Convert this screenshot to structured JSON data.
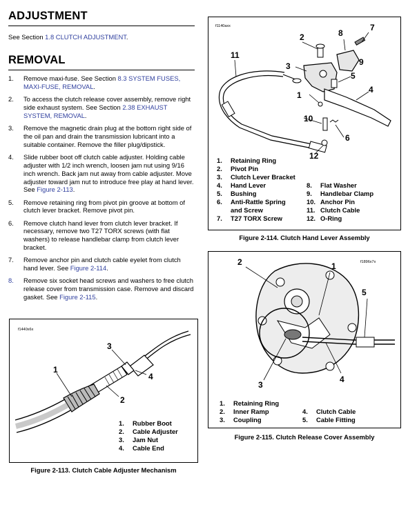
{
  "adjustment": {
    "heading": "ADJUSTMENT",
    "text_prefix": "See Section ",
    "text_link": "1.8 CLUTCH ADJUSTMENT",
    "text_suffix": "."
  },
  "removal": {
    "heading": "REMOVAL",
    "steps": [
      {
        "num": "1.",
        "parts": [
          "Remove maxi-fuse. See Section ",
          "8.3 SYSTEM FUSES, MAXI-FUSE, REMOVAL",
          "."
        ]
      },
      {
        "num": "2.",
        "parts": [
          "To access the clutch release cover assembly, remove right side exhaust system. See Section ",
          "2.38 EXHAUST SYSTEM, REMOVAL",
          "."
        ]
      },
      {
        "num": "3.",
        "parts": [
          "Remove the magnetic drain plug at the bottom right side of the oil pan and drain the transmission lubricant into a suitable container. Remove the filler plug/dipstick.",
          "",
          ""
        ]
      },
      {
        "num": "4.",
        "parts": [
          "Slide rubber boot off clutch cable adjuster. Holding cable adjuster with 1/2 inch wrench, loosen jam nut using 9/16 inch wrench. Back jam nut away from cable adjuster. Move adjuster toward jam nut to introduce free play at hand lever. See ",
          "Figure 2-113",
          "."
        ]
      },
      {
        "num": "5.",
        "parts": [
          "Remove retaining ring from pivot pin groove at bottom of clutch lever bracket. Remove pivot pin.",
          "",
          ""
        ]
      },
      {
        "num": "6.",
        "parts": [
          "Remove clutch hand lever from clutch lever bracket. If necessary, remove two T27 TORX screws (with flat washers) to release handlebar clamp from clutch lever bracket.",
          "",
          ""
        ]
      },
      {
        "num": "7.",
        "parts": [
          "Remove anchor pin and clutch cable eyelet from clutch hand lever. See ",
          "Figure 2-114",
          "."
        ]
      },
      {
        "num": "8.",
        "parts": [
          "Remove six socket head screws and washers to free clutch release cover from transmission case. Remove and discard gasket. See ",
          "Figure 2-115",
          "."
        ]
      }
    ]
  },
  "fig113": {
    "id": "f1440x6x",
    "callouts": [
      "1",
      "2",
      "3",
      "4"
    ],
    "legend": [
      {
        "n": "1.",
        "t": "Rubber Boot"
      },
      {
        "n": "2.",
        "t": "Cable Adjuster"
      },
      {
        "n": "3.",
        "t": "Jam Nut"
      },
      {
        "n": "4.",
        "t": "Cable End"
      }
    ],
    "caption": "Figure 2-113. Clutch Cable Adjuster Mechanism"
  },
  "fig114": {
    "id": "f1140axx",
    "callouts": [
      "1",
      "2",
      "3",
      "4",
      "5",
      "6",
      "7",
      "8",
      "9",
      "10",
      "11",
      "12"
    ],
    "legend_left": [
      {
        "n": "1.",
        "t": "Retaining Ring"
      },
      {
        "n": "2.",
        "t": "Pivot Pin"
      },
      {
        "n": "3.",
        "t": "Clutch Lever Bracket"
      },
      {
        "n": "4.",
        "t": "Hand Lever"
      },
      {
        "n": "5.",
        "t": "Bushing"
      },
      {
        "n": "6.",
        "t": "Anti-Rattle Spring"
      },
      {
        "n": "",
        "t": "and Screw"
      },
      {
        "n": "7.",
        "t": "T27 TORX Screw"
      }
    ],
    "legend_right": [
      {
        "n": "8.",
        "t": "Flat Washer"
      },
      {
        "n": "9.",
        "t": "Handlebar Clamp"
      },
      {
        "n": "10.",
        "t": "Anchor Pin"
      },
      {
        "n": "11.",
        "t": "Clutch Cable"
      },
      {
        "n": "12.",
        "t": "O-Ring"
      }
    ],
    "caption": "Figure 2-114. Clutch Hand Lever Assembly"
  },
  "fig115": {
    "id": "f1896x7x",
    "callouts": [
      "1",
      "2",
      "3",
      "4",
      "5"
    ],
    "legend_left": [
      {
        "n": "1.",
        "t": "Retaining Ring"
      },
      {
        "n": "2.",
        "t": "Inner Ramp"
      },
      {
        "n": "3.",
        "t": "Coupling"
      }
    ],
    "legend_right": [
      {
        "n": "4.",
        "t": "Clutch Cable"
      },
      {
        "n": "5.",
        "t": "Cable Fitting"
      }
    ],
    "caption": "Figure 2-115. Clutch Release Cover Assembly"
  },
  "colors": {
    "link": "#2f3f9e",
    "text": "#000000"
  }
}
